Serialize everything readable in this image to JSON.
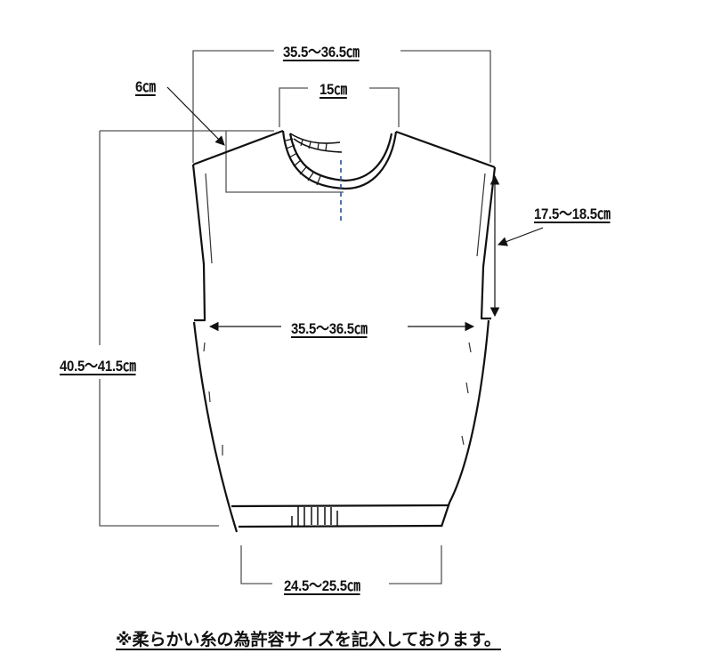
{
  "diagram": {
    "type": "knit vest flat measurement sketch",
    "measurements": {
      "shoulder_width": "35.5～36.5㎝",
      "neck_width": "15㎝",
      "shoulder_drop": "6㎝",
      "armhole_depth": "17.5～18.5㎝",
      "body_length": "40.5～41.5㎝",
      "chest_width": "35.5～36.5㎝",
      "hem_width": "24.5～25.5㎝"
    },
    "note": "※柔らかい糸の為許容サイズを記入しております。",
    "colors": {
      "line": "#111111",
      "dimension_line": "#555555",
      "center_line": "#2b4fa0"
    }
  }
}
